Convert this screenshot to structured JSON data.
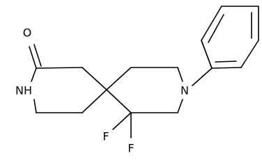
{
  "molecule": {
    "atoms": {
      "oxygen": "O",
      "amide_nh": "NH",
      "amine_n": "N",
      "fluorine_1": "F",
      "fluorine_2": "F"
    }
  },
  "colors": {
    "bond": "#000000",
    "label": "#000000",
    "background": "#ffffff"
  }
}
